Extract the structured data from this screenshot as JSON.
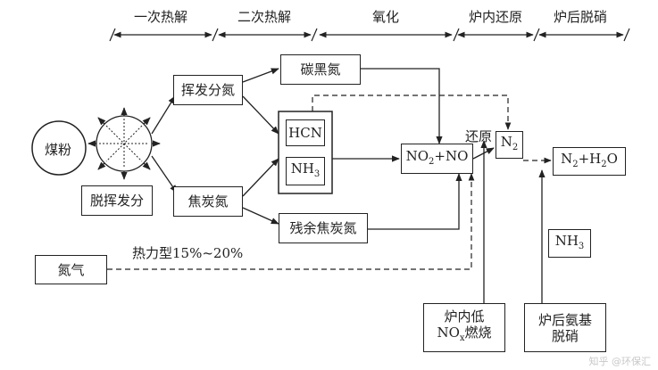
{
  "stages": [
    "一次热解",
    "二次热解",
    "氧化",
    "炉内还原",
    "炉后脱硝"
  ],
  "nodes": {
    "coal": "煤粉",
    "devolatilization": "脱挥发分",
    "volatile_n": "挥发分氮",
    "char_n": "焦炭氮",
    "soot_n": "碳黑氮",
    "hcn": "HCN",
    "nh3": "NH",
    "nh3_sub": "3",
    "nox_main": "NO",
    "nox_sub": "2",
    "nox_rest": "+NO",
    "residual_char_n": "残余焦炭氮",
    "n2": "N",
    "n2_sub": "2",
    "product_n2": "N",
    "product_n2_sub": "2",
    "product_rest": "+H",
    "product_h2o_sub": "2",
    "product_o": "O",
    "nh3_right": "NH",
    "nh3_right_sub": "3",
    "nitrogen_gas": "氮气",
    "low_nox_line1": "炉内低",
    "low_nox_line2a": "NO",
    "low_nox_sub": "x",
    "low_nox_line2b": "燃烧",
    "post_denox_line1": "炉后氨基",
    "post_denox_line2": "脱硝"
  },
  "labels": {
    "reduction": "还原",
    "thermal": "热力型15%~20%"
  },
  "watermark": "知乎 @环保汇"
}
